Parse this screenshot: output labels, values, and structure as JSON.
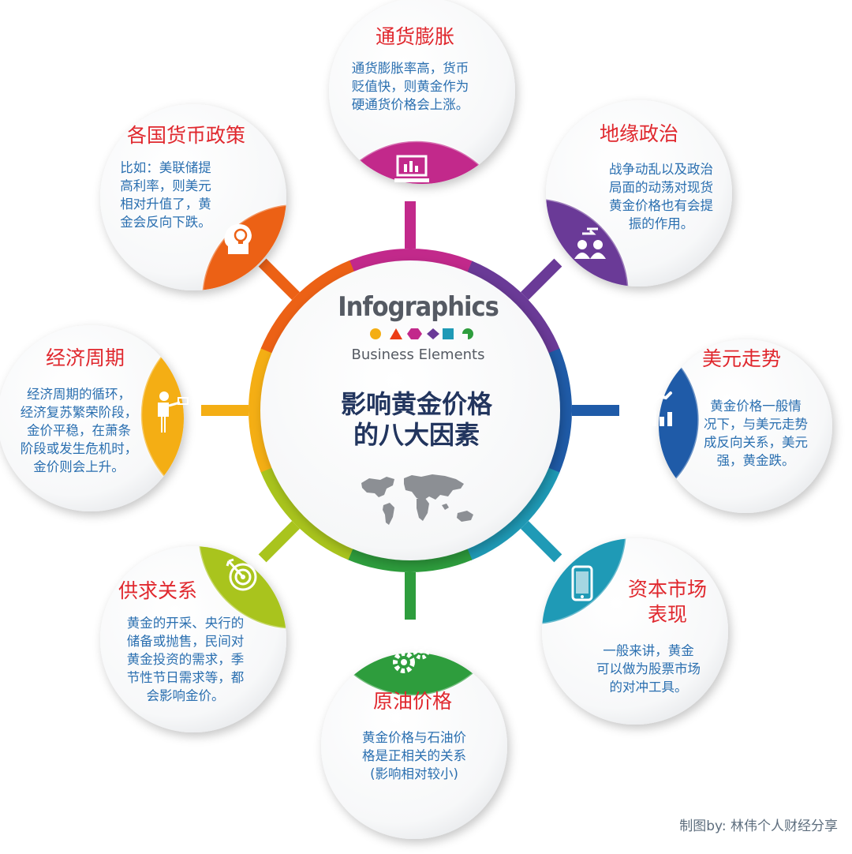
{
  "hub": {
    "brand_title": "Infographics",
    "brand_subtitle": "Business Elements",
    "title_lines": [
      "影响黄金价格",
      "的八大因素"
    ]
  },
  "factors": [
    {
      "title": [
        "通货膨胀"
      ],
      "body": [
        "通货膨胀率高，货币",
        "贬值快，则黄金作为",
        "硬通货价格会上涨。"
      ],
      "color": "#c2298b",
      "icon": "monitor-chart-icon"
    },
    {
      "title": [
        "地缘政治"
      ],
      "body": [
        "战争动乱以及政治",
        "局面的动荡对现货",
        "黄金价格也有会提",
        "振的作用。"
      ],
      "color": "#6a3a97",
      "icon": "people-exchange-icon"
    },
    {
      "title": [
        "美元走势"
      ],
      "body": [
        "黄金价格一般情",
        "况下，与美元走势",
        "成反向关系，美元",
        "强，黄金跌。"
      ],
      "color": "#1f5ba8",
      "icon": "hand-bar-chart-icon"
    },
    {
      "title": [
        "资本市场",
        "表现"
      ],
      "body": [
        "一般来讲，黄金",
        "可以做为股票市场",
        "的对冲工具。"
      ],
      "color": "#1f9ab6",
      "icon": "smartphone-icon"
    },
    {
      "title": [
        "原油价格"
      ],
      "body": [
        "黄金价格与石油价",
        "格是正相关的关系",
        "(影响相对较小)"
      ],
      "color": "#2e9d3d",
      "icon": "gears-icon"
    },
    {
      "title": [
        "供求关系"
      ],
      "body": [
        "黄金的开采、央行的",
        "储备或抛售，民间对",
        "黄金投资的需求，季",
        "节性节日需求等，都",
        "会影响金价。"
      ],
      "color": "#a9c41d",
      "icon": "target-arrow-icon"
    },
    {
      "title": [
        "经济周期"
      ],
      "body": [
        "经济周期的循环，",
        "经济复苏繁荣阶段，",
        "金价平稳，在萧条",
        "阶段或发生危机时，",
        "金价则会上升。"
      ],
      "color": "#f4ae14",
      "icon": "presenter-icon"
    },
    {
      "title": [
        "各国货币政策"
      ],
      "body": [
        "比如：美联储提",
        "高利率，则美元",
        "相对升值了，黄",
        "金会反向下跌。"
      ],
      "color": "#ec6115",
      "icon": "head-lightbulb-icon"
    }
  ],
  "colors": {
    "ring": [
      "#c2298b",
      "#6a3a97",
      "#1f5ba8",
      "#1f9ab6",
      "#2e9d3d",
      "#a9c41d",
      "#f4ae14",
      "#ec6115"
    ],
    "title_red": "#e0282e",
    "body_blue": "#2a6fb0",
    "hub_navy": "#22355e"
  },
  "credit": "制图by: 林伟个人财经分享"
}
